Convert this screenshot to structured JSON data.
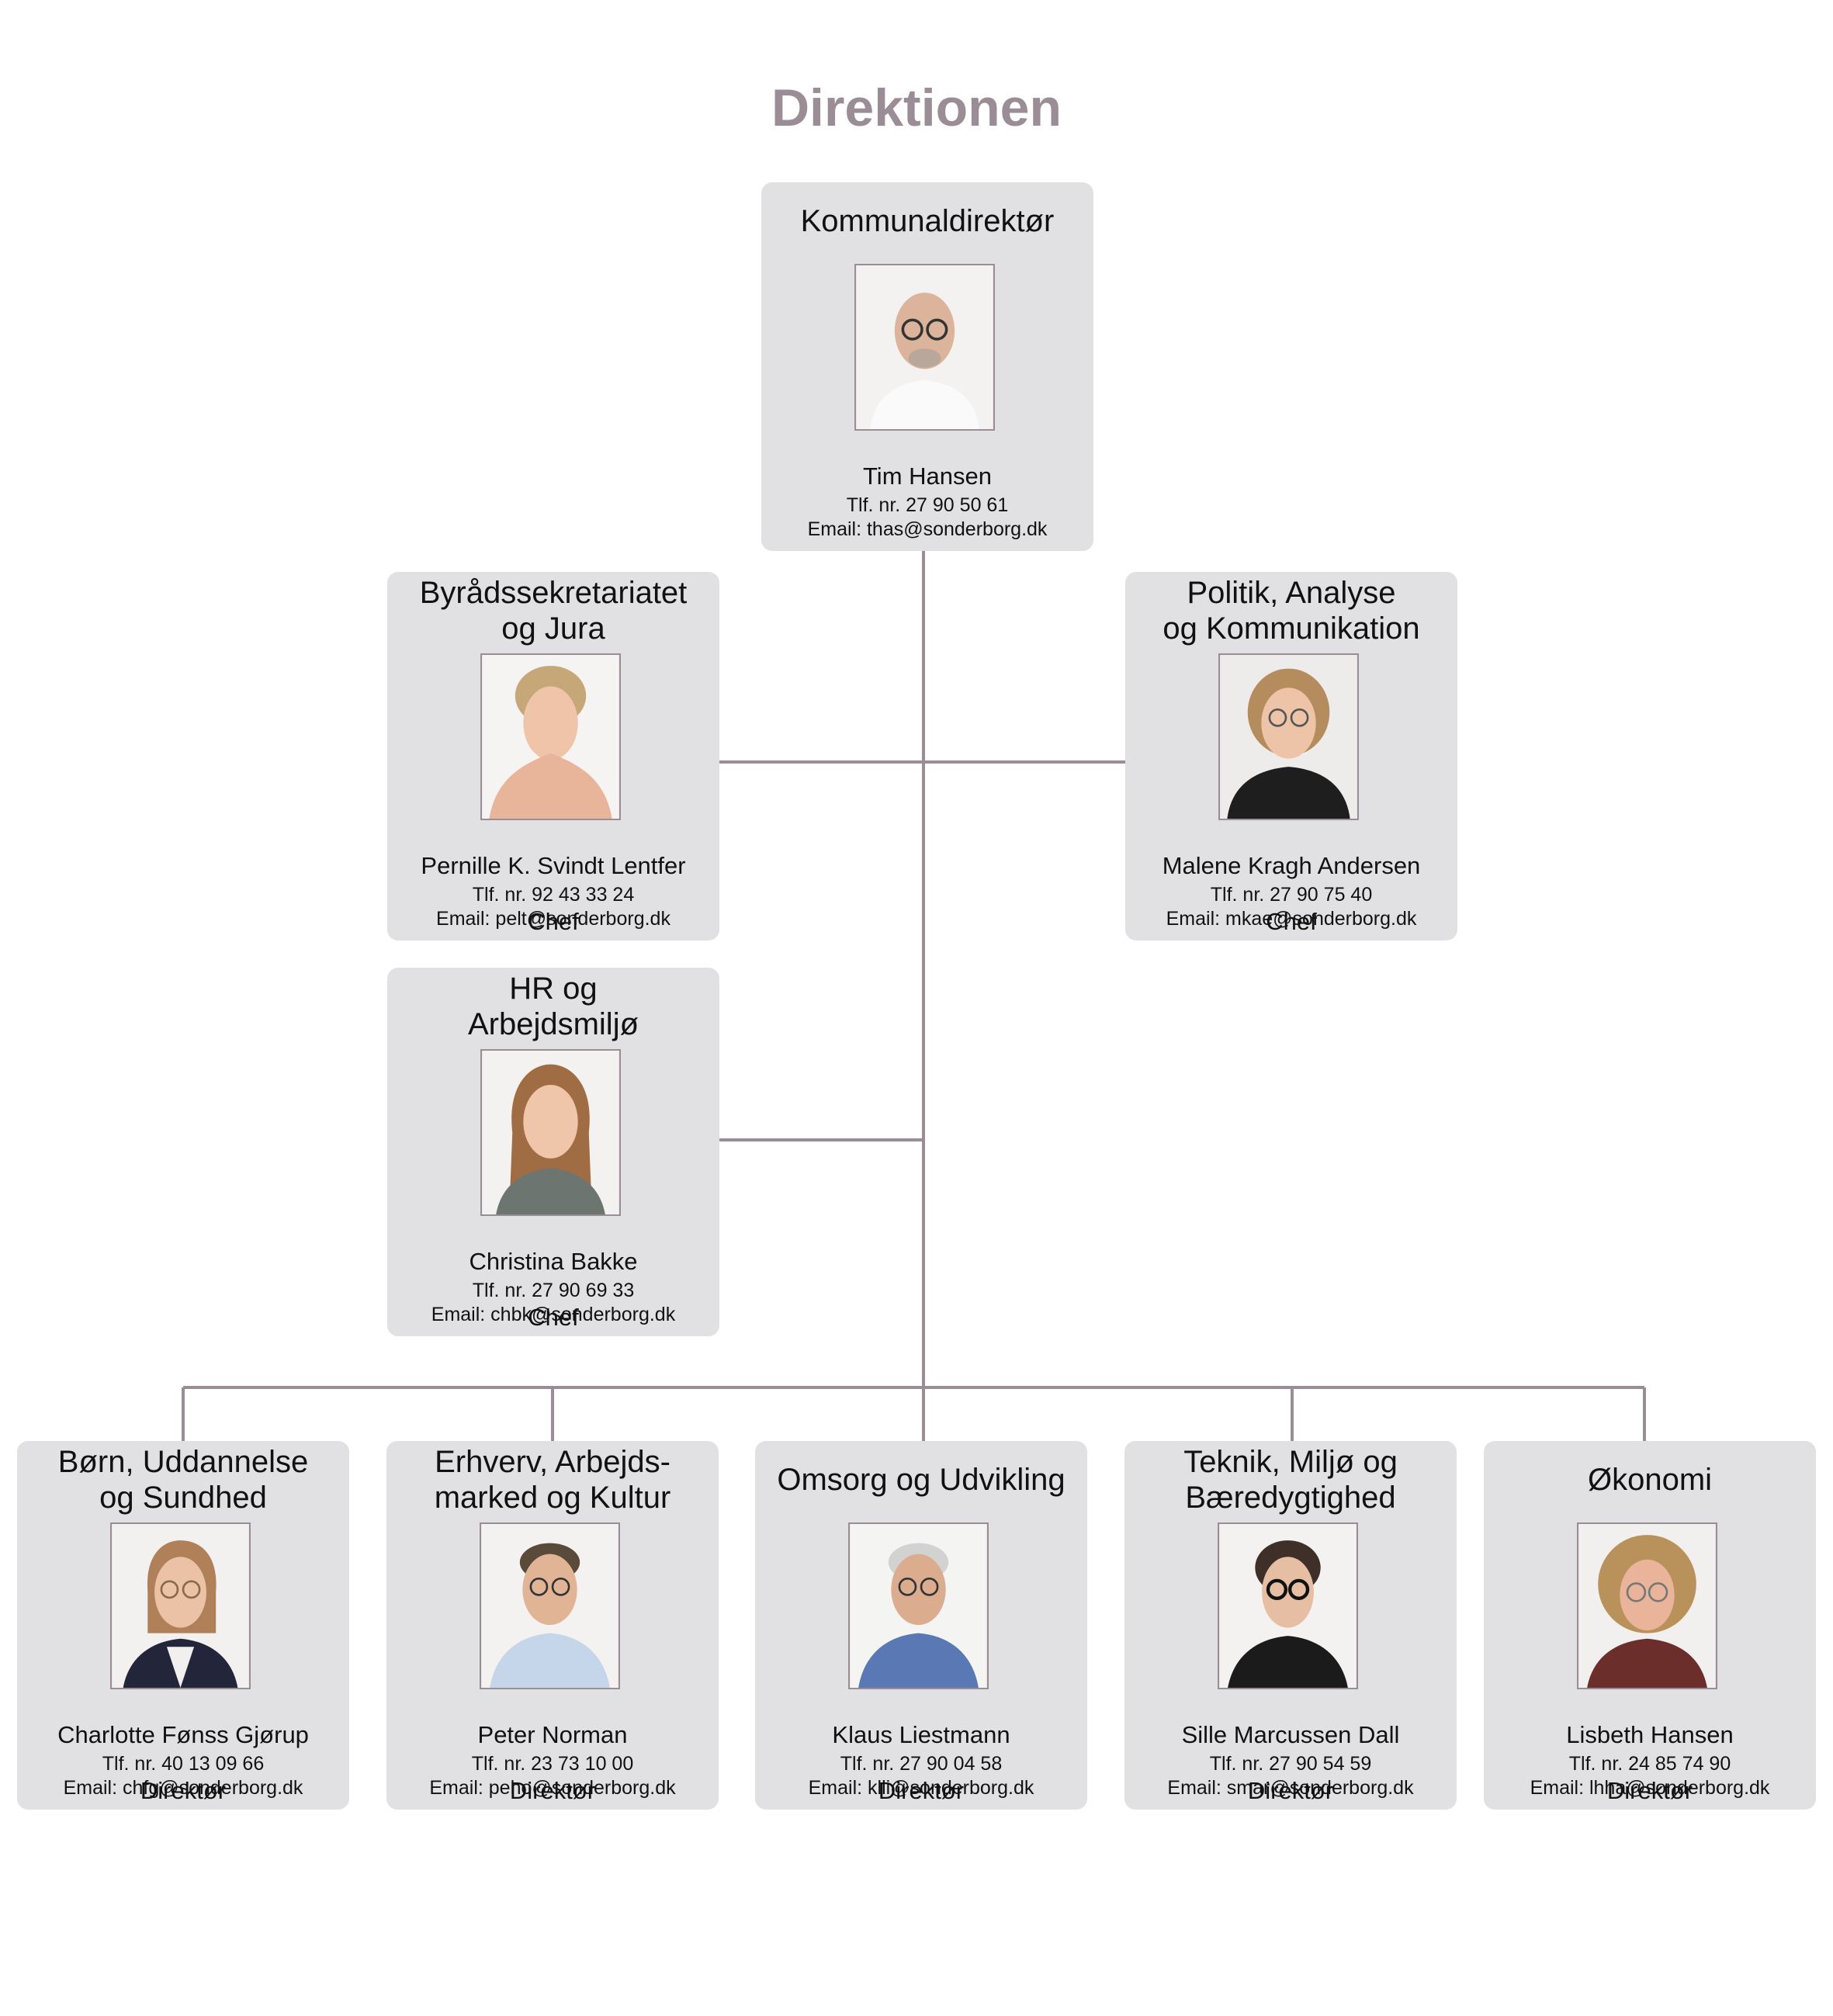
{
  "title": "Direktionen",
  "colors": {
    "title": "#9b8d96",
    "lines": "#9b8d96",
    "card_bg": "#e1e1e3"
  },
  "nodes": [
    {
      "dept": "Kommunaldirektør",
      "name": "Tim Hansen",
      "role": "",
      "phone": "Tlf. nr. 27 90 50 61",
      "email": "Email: thas@sonderborg.dk"
    },
    {
      "dept": "Byrådssekretariatet\nog Jura",
      "name": "Pernille K. Svindt Lentfer",
      "role": "Chef",
      "phone": "Tlf. nr. 92 43 33 24",
      "email": "Email: pelt@sonderborg.dk"
    },
    {
      "dept": "Politik, Analyse\nog Kommunikation",
      "name": "Malene Kragh Andersen",
      "role": "Chef",
      "phone": "Tlf. nr. 27 90 75 40",
      "email": "Email: mkae@sonderborg.dk"
    },
    {
      "dept": "HR og\nArbejdsmiljø",
      "name": "Christina Bakke",
      "role": "Chef",
      "phone": "Tlf. nr. 27 90 69 33",
      "email": "Email: chbk@sonderborg.dk"
    },
    {
      "dept": "Børn, Uddannelse\nog Sundhed",
      "name": "Charlotte Fønss Gjørup",
      "role": "Direktør",
      "phone": "Tlf. nr. 40 13 09 66",
      "email": "Email: chfg@sonderborg.dk"
    },
    {
      "dept": "Erhverv, Arbejds-\nmarked og Kultur",
      "name": "Peter Norman",
      "role": "Direktør",
      "phone": "Tlf. nr. 23 73 10 00",
      "email": "Email: peho@sonderborg.dk"
    },
    {
      "dept": "Omsorg og Udvikling",
      "name": "Klaus Liestmann",
      "role": "Direktør",
      "phone": "Tlf. nr. 27 90 04 58",
      "email": "Email: klli@sonderborg.dk"
    },
    {
      "dept": "Teknik, Miljø og\nBæredygtighed",
      "name": "Sille Marcussen Dall",
      "role": "Direktør",
      "phone": "Tlf. nr. 27 90 54 59",
      "email": "Email: smar@sonderborg.dk"
    },
    {
      "dept": "Økonomi",
      "name": "Lisbeth Hansen",
      "role": "Direktør",
      "phone": "Tlf. nr. 24 85 74 90",
      "email": "Email: lhha@sonderborg.dk"
    }
  ]
}
